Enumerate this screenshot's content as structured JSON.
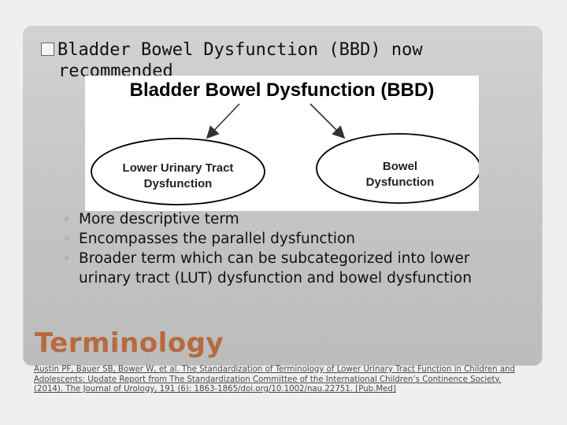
{
  "heading": {
    "bullet_icon": "checkbox-square-icon",
    "line1": "Bladder Bowel Dysfunction (BBD) now",
    "line2": "recommended"
  },
  "diagram": {
    "title": "Bladder Bowel Dysfunction (BBD)",
    "left_node": [
      "Lower Urinary Tract",
      "Dysfunction"
    ],
    "right_node": [
      "Bowel",
      "Dysfunction"
    ]
  },
  "bullets": [
    "More descriptive term",
    "Encompasses the parallel dysfunction",
    "Broader term which can be subcategorized into lower urinary tract (LUT) dysfunction and bowel dysfunction"
  ],
  "bullet_marker": "◦",
  "slide_title": "Terminology",
  "citation": "Austin PF, Bauer SB, Bower W, et al. The Standardization of Terminology of Lower Urinary Tract Function in Children and Adolescents:  Update Report from The Standardization Committee of the International Children’s Continence Society. (2014). The Journal of Urology, 191 (6): 1863-1865/doi.org/10.1002/nau.22751. [Pub.Med]",
  "colors": {
    "title": "#b66a3d",
    "panel": "#c9c9c9",
    "background": "#efefef"
  }
}
